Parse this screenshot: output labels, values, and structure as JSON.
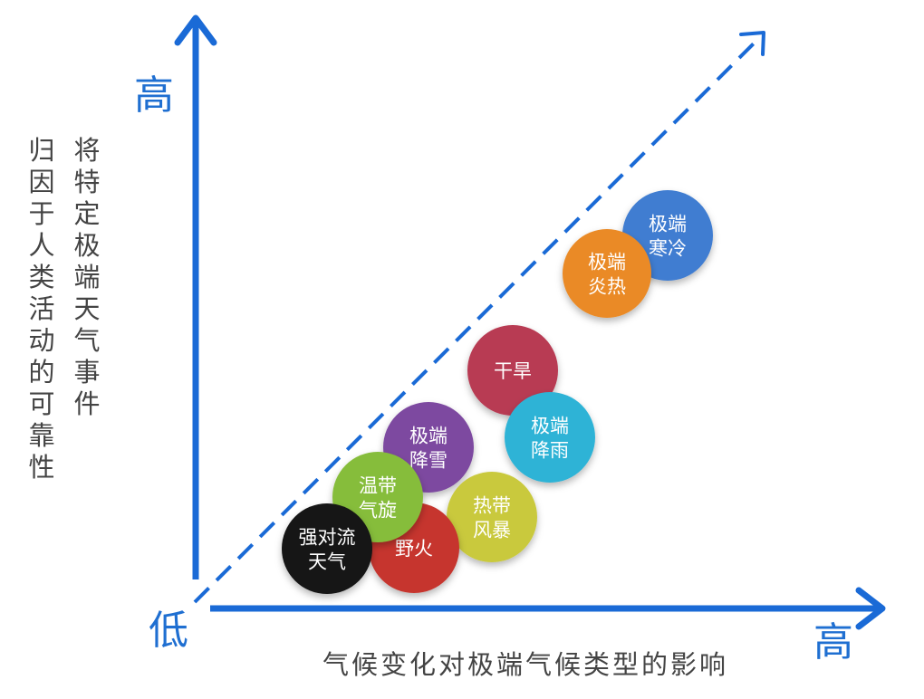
{
  "axes": {
    "y_high_label": "高",
    "x_high_label": "高",
    "origin_label": "低",
    "x_caption": "气候变化对极端气候类型的影响",
    "y_caption_col1": "将特定极端天气事件",
    "y_caption_col2": "归因于人类活动的可靠性",
    "axis_color": "#1a6ad6"
  },
  "bubbles": [
    {
      "key": "cold",
      "lines": [
        "极端",
        "寒冷"
      ],
      "color": "#3f7dd1"
    },
    {
      "key": "heat",
      "lines": [
        "极端",
        "炎热"
      ],
      "color": "#ea8a26"
    },
    {
      "key": "drought",
      "lines": [
        "干旱"
      ],
      "color": "#b83a52"
    },
    {
      "key": "rain",
      "lines": [
        "极端",
        "降雨"
      ],
      "color": "#2fb3d6"
    },
    {
      "key": "snow",
      "lines": [
        "极端",
        "降雪"
      ],
      "color": "#7d4aa0"
    },
    {
      "key": "cyclone",
      "lines": [
        "热带",
        "风暴"
      ],
      "color": "#c9c93c"
    },
    {
      "key": "wildfire",
      "lines": [
        "野火"
      ],
      "color": "#c6362f"
    },
    {
      "key": "extratrop",
      "lines": [
        "温带",
        "气旋"
      ],
      "color": "#86bd3a"
    },
    {
      "key": "convection",
      "lines": [
        "强对流",
        "天气"
      ],
      "color": "#141414"
    }
  ]
}
